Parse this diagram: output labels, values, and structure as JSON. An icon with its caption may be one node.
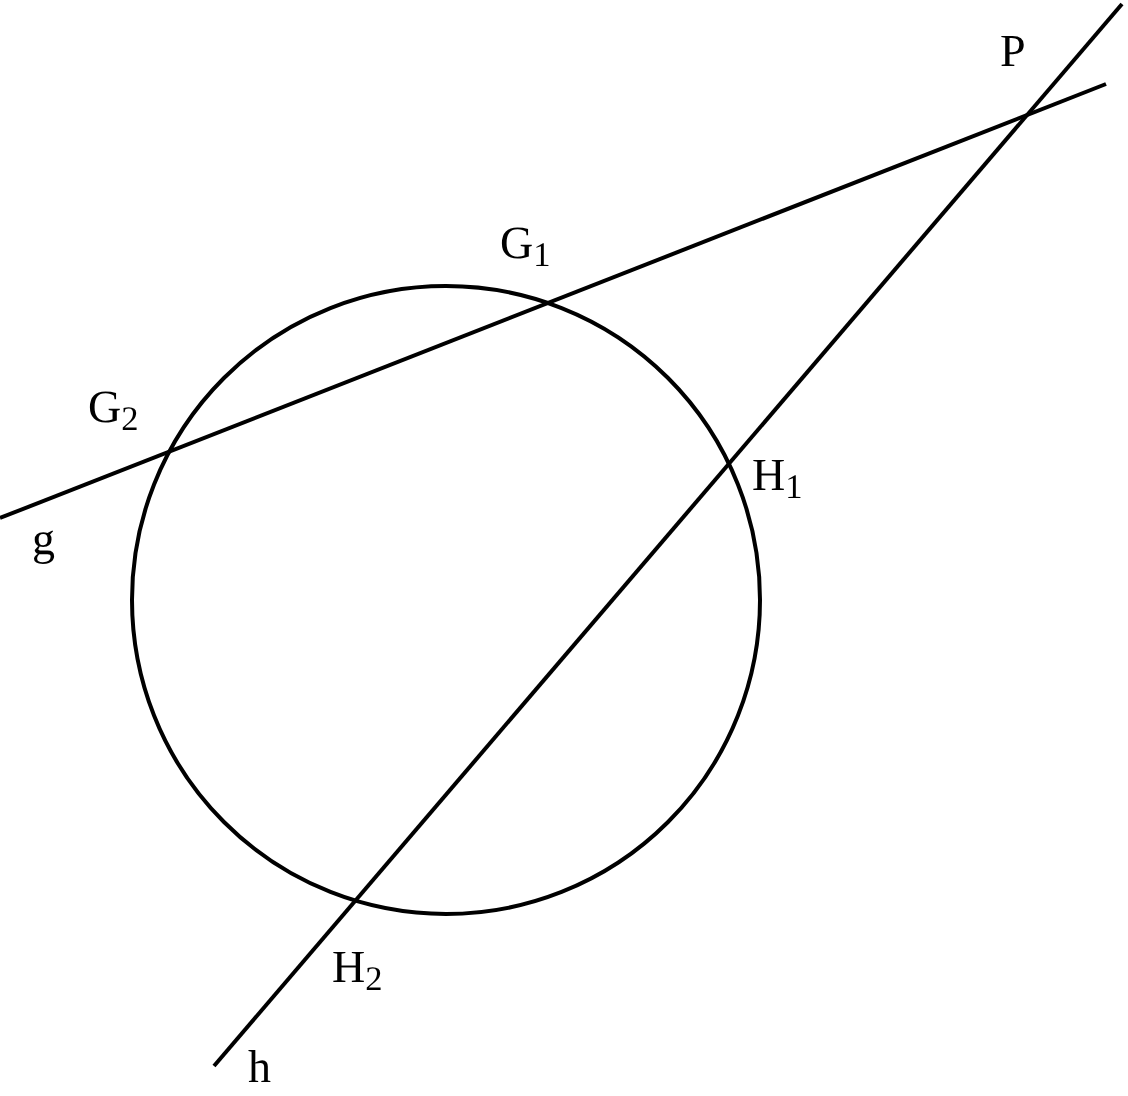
{
  "diagram": {
    "labels": [
      "P",
      "G$_{1}$",
      "G$_{2}$",
      "g",
      "H$_{1}$",
      "H$_{2}$",
      "h"
    ]
  }
}
